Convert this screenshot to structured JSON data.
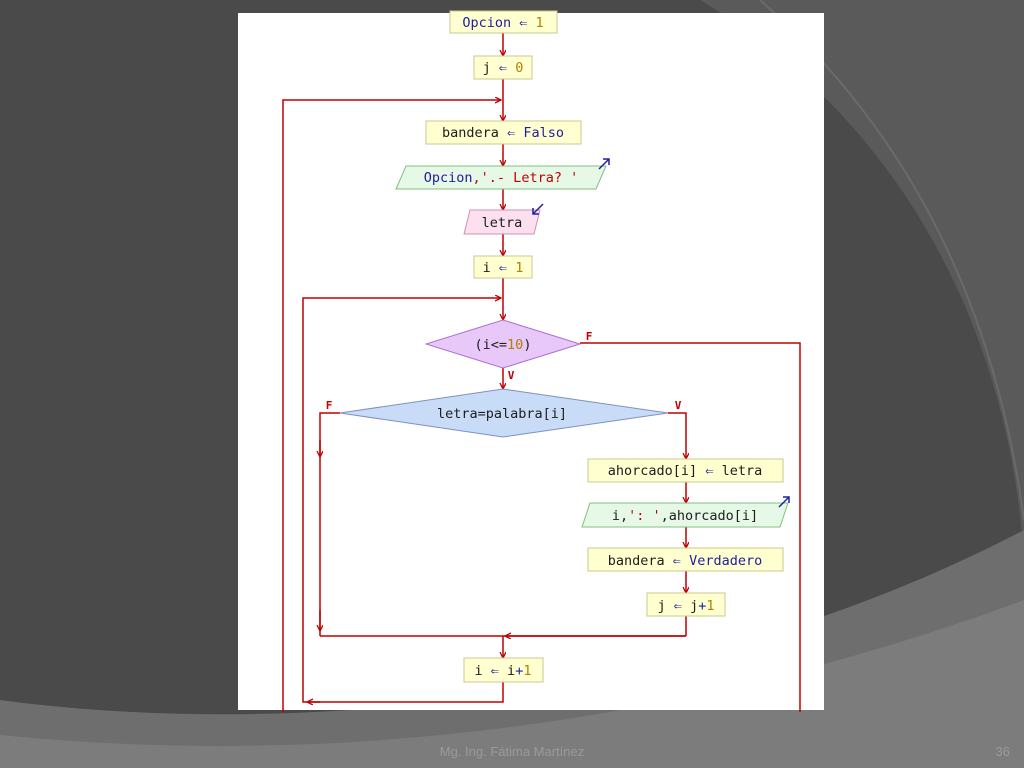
{
  "colors": {
    "line": "#c00000",
    "kw": "#2020a0",
    "num": "#b08000",
    "str": "#c00000",
    "plain": "#202020",
    "process_fill": "#ffffd0",
    "process_stroke": "#c8c890",
    "io_out_fill": "#e6f8e6",
    "io_out_stroke": "#80c080",
    "io_in_fill": "#fde0f0",
    "io_in_stroke": "#d090b0",
    "cond1_fill": "#e8c8f8",
    "cond1_stroke": "#b070d0",
    "cond2_fill": "#c8dcf8",
    "cond2_stroke": "#8090c0"
  },
  "flowchart": {
    "nodes": [
      {
        "id": "init-opcion",
        "shape": "process",
        "spans": [
          {
            "t": "Opcion",
            "c": "kw"
          },
          {
            "t": " ⇐ ",
            "c": "kw"
          },
          {
            "t": "1",
            "c": "num"
          }
        ]
      },
      {
        "id": "init-j",
        "shape": "process",
        "spans": [
          {
            "t": "j",
            "c": "plain"
          },
          {
            "t": " ⇐ ",
            "c": "kw"
          },
          {
            "t": "0",
            "c": "num"
          }
        ]
      },
      {
        "id": "set-bandera-falso",
        "shape": "process",
        "spans": [
          {
            "t": "bandera",
            "c": "plain"
          },
          {
            "t": " ⇐ ",
            "c": "kw"
          },
          {
            "t": "Falso",
            "c": "kw"
          }
        ]
      },
      {
        "id": "output-prompt",
        "shape": "output",
        "spans": [
          {
            "t": "Opcion",
            "c": "kw"
          },
          {
            "t": ",'.- Letra? '",
            "c": "str"
          }
        ]
      },
      {
        "id": "input-letra",
        "shape": "input",
        "spans": [
          {
            "t": "letra",
            "c": "plain"
          }
        ]
      },
      {
        "id": "init-i",
        "shape": "process",
        "spans": [
          {
            "t": "i",
            "c": "plain"
          },
          {
            "t": " ⇐ ",
            "c": "kw"
          },
          {
            "t": "1",
            "c": "num"
          }
        ]
      },
      {
        "id": "cond-loop",
        "shape": "decision",
        "spans": [
          {
            "t": "(i<=",
            "c": "plain"
          },
          {
            "t": "10",
            "c": "num"
          },
          {
            "t": ")",
            "c": "plain"
          }
        ]
      },
      {
        "id": "cond-letra",
        "shape": "decision",
        "spans": [
          {
            "t": "letra=palabra[i]",
            "c": "plain"
          }
        ]
      },
      {
        "id": "set-ahorcado",
        "shape": "process",
        "spans": [
          {
            "t": "ahorcado[i]",
            "c": "plain"
          },
          {
            "t": " ⇐ ",
            "c": "kw"
          },
          {
            "t": "letra",
            "c": "plain"
          }
        ]
      },
      {
        "id": "output-ahorcado",
        "shape": "output",
        "spans": [
          {
            "t": "i,",
            "c": "plain"
          },
          {
            "t": "': '",
            "c": "str"
          },
          {
            "t": ",ahorcado[i]",
            "c": "plain"
          }
        ]
      },
      {
        "id": "set-bandera-verdadero",
        "shape": "process",
        "spans": [
          {
            "t": "bandera",
            "c": "plain"
          },
          {
            "t": " ⇐ ",
            "c": "kw"
          },
          {
            "t": "Verdadero",
            "c": "kw"
          }
        ]
      },
      {
        "id": "incr-j",
        "shape": "process",
        "spans": [
          {
            "t": "j",
            "c": "plain"
          },
          {
            "t": " ⇐ ",
            "c": "kw"
          },
          {
            "t": "j",
            "c": "plain"
          },
          {
            "t": "+",
            "c": "kw"
          },
          {
            "t": "1",
            "c": "num"
          }
        ]
      },
      {
        "id": "incr-i",
        "shape": "process",
        "spans": [
          {
            "t": "i",
            "c": "plain"
          },
          {
            "t": " ⇐ ",
            "c": "kw"
          },
          {
            "t": "i",
            "c": "plain"
          },
          {
            "t": "+",
            "c": "kw"
          },
          {
            "t": "1",
            "c": "num"
          }
        ]
      }
    ],
    "edge_labels": [
      {
        "id": "loop-false",
        "text": "F"
      },
      {
        "id": "loop-true",
        "text": "V"
      },
      {
        "id": "letra-false",
        "text": "F"
      },
      {
        "id": "letra-true",
        "text": "V"
      }
    ]
  },
  "footer": {
    "author": "Mg. Ing. Fátima Martínez",
    "slide_number": "36"
  }
}
